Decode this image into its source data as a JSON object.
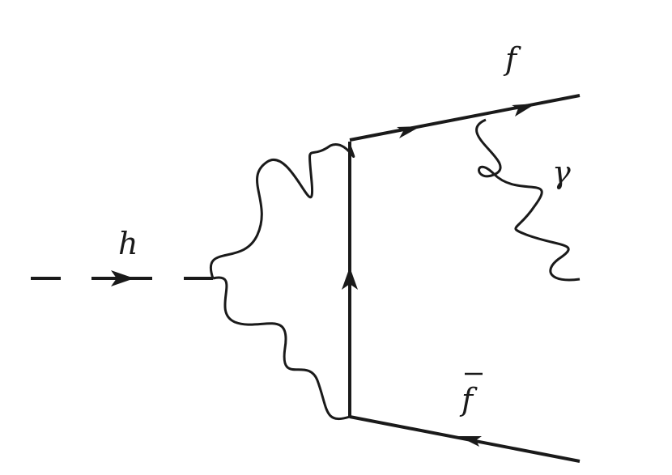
{
  "labels": {
    "higgs": "h",
    "fermion": "f",
    "antifermion": "f",
    "photon": "γ"
  },
  "colors": {
    "ink": "#1a1a1a",
    "background": "#ffffff"
  }
}
